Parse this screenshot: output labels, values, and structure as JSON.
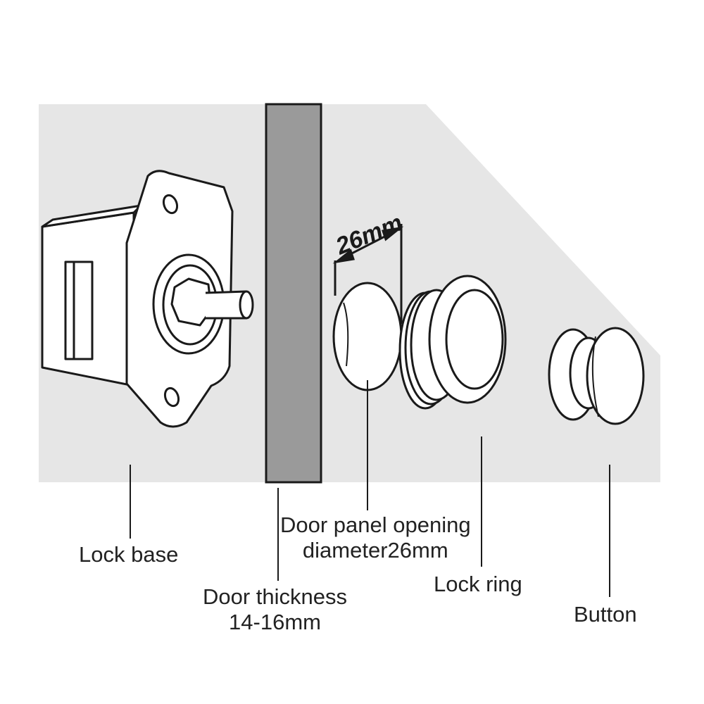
{
  "labels": {
    "lock_base": "Lock base",
    "door_thickness_line1": "Door thickness",
    "door_thickness_line2": "14-16mm",
    "opening_line1": "Door panel opening",
    "opening_line2": "diameter26mm",
    "lock_ring": "Lock ring",
    "button": "Button",
    "dimension": "26mm"
  },
  "colors": {
    "panel_face": "#e6e6e6",
    "door_edge": "#9a9a9a",
    "line": "#1a1a1a",
    "part_fill": "#ffffff"
  }
}
